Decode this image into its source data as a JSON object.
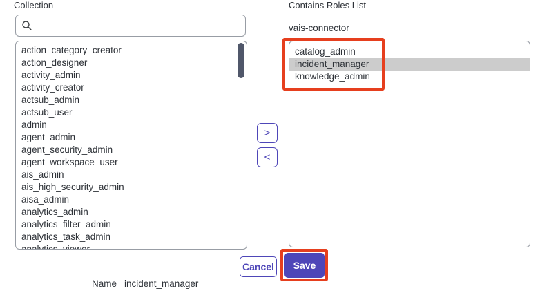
{
  "colors": {
    "accent": "#4e46b8",
    "annotation": "#e63f1e",
    "selection": "#cccccc"
  },
  "left_panel": {
    "label": "Collection",
    "search": {
      "placeholder": "",
      "value": ""
    },
    "items": [
      "action_category_creator",
      "action_designer",
      "activity_admin",
      "activity_creator",
      "actsub_admin",
      "actsub_user",
      "admin",
      "agent_admin",
      "agent_security_admin",
      "agent_workspace_user",
      "ais_admin",
      "ais_high_security_admin",
      "aisa_admin",
      "analytics_admin",
      "analytics_filter_admin",
      "analytics_task_admin",
      "analytics_viewer"
    ]
  },
  "transfer_controls": {
    "move_right_label": ">",
    "move_left_label": "<"
  },
  "right_panel": {
    "label": "Contains Roles List",
    "group_name": "vais-connector",
    "items": [
      "catalog_admin",
      "incident_manager",
      "knowledge_admin"
    ],
    "selected_item": "incident_manager"
  },
  "footer": {
    "cancel_label": "Cancel",
    "save_label": "Save",
    "name_label": "Name",
    "name_value": "incident_manager"
  }
}
